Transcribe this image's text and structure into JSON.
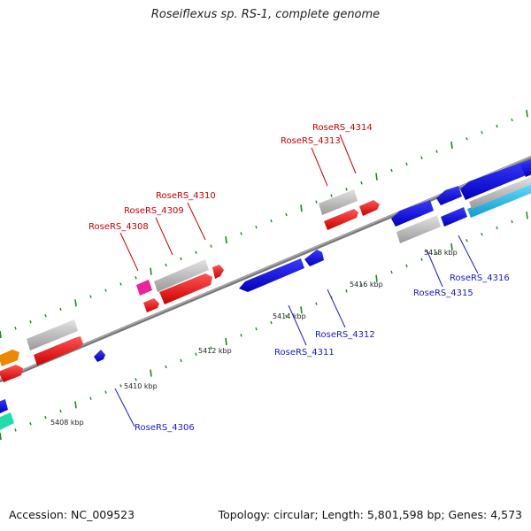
{
  "title": "Roseiflexus sp. RS-1, complete genome",
  "footer": {
    "accession": "Accession: NC_009523",
    "summary": "Topology: circular; Length: 5,801,598 bp; Genes: 4,573"
  },
  "colors": {
    "cds_red": "#ee1111",
    "cds_blue": "#1111dd",
    "gray": "#bbbbbb",
    "magenta": "#ee2299",
    "orange": "#ee8800",
    "cyan": "#22bbee",
    "teal": "#22ddaa",
    "backbone": "#888888",
    "tick": "#1a8a1a"
  },
  "scale_labels": [
    "5408 kbp",
    "5410 kbp",
    "5412 kbp",
    "5414 kbp",
    "5416 kbp",
    "5418 kbp"
  ],
  "gene_labels": {
    "red": [
      "RoseRS_4314",
      "RoseRS_4313",
      "RoseRS_4310",
      "RoseRS_4309",
      "RoseRS_4308"
    ],
    "blue": [
      "RoseRS_4316",
      "RoseRS_4315",
      "RoseRS_4312",
      "RoseRS_4311",
      "RoseRS_4306"
    ]
  }
}
